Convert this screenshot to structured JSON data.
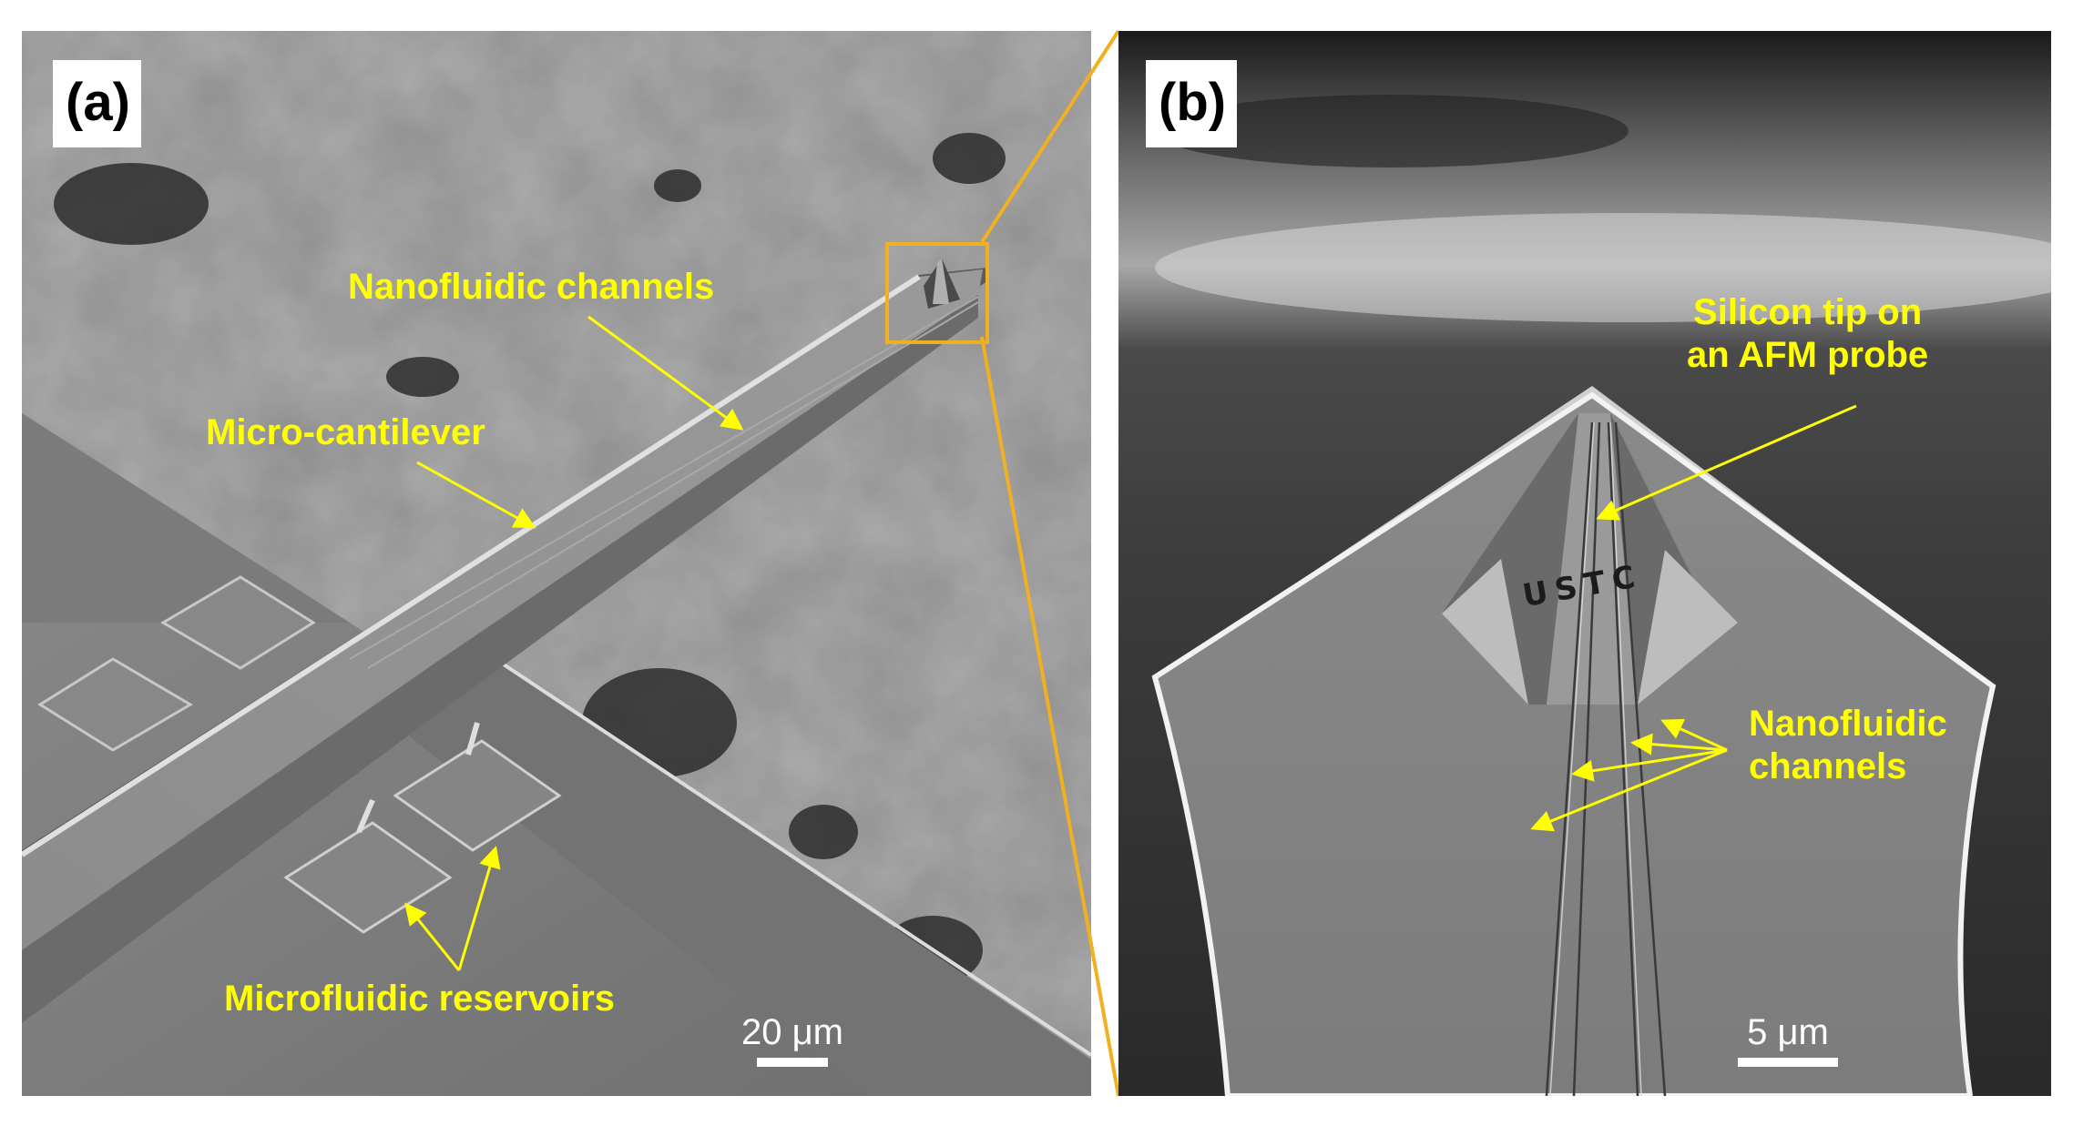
{
  "panels": {
    "a": {
      "label": "(a)",
      "annotations": {
        "nanofluidic_channels": "Nanofluidic channels",
        "micro_cantilever": "Micro-cantilever",
        "microfluidic_reservoirs": "Microfluidic reservoirs"
      },
      "scale_bar": "20 μm"
    },
    "b": {
      "label": "(b)",
      "annotations": {
        "silicon_tip_line1": "Silicon tip on",
        "silicon_tip_line2": "an AFM probe",
        "nanofluidic_line1": "Nanofluidic",
        "nanofluidic_line2": "channels"
      },
      "tip_lettering": "USTC",
      "scale_bar": "5 μm"
    }
  },
  "colors": {
    "annotation": "#ffff00",
    "zoom_frame": "#f0b020",
    "scale_bar": "#ffffff"
  }
}
